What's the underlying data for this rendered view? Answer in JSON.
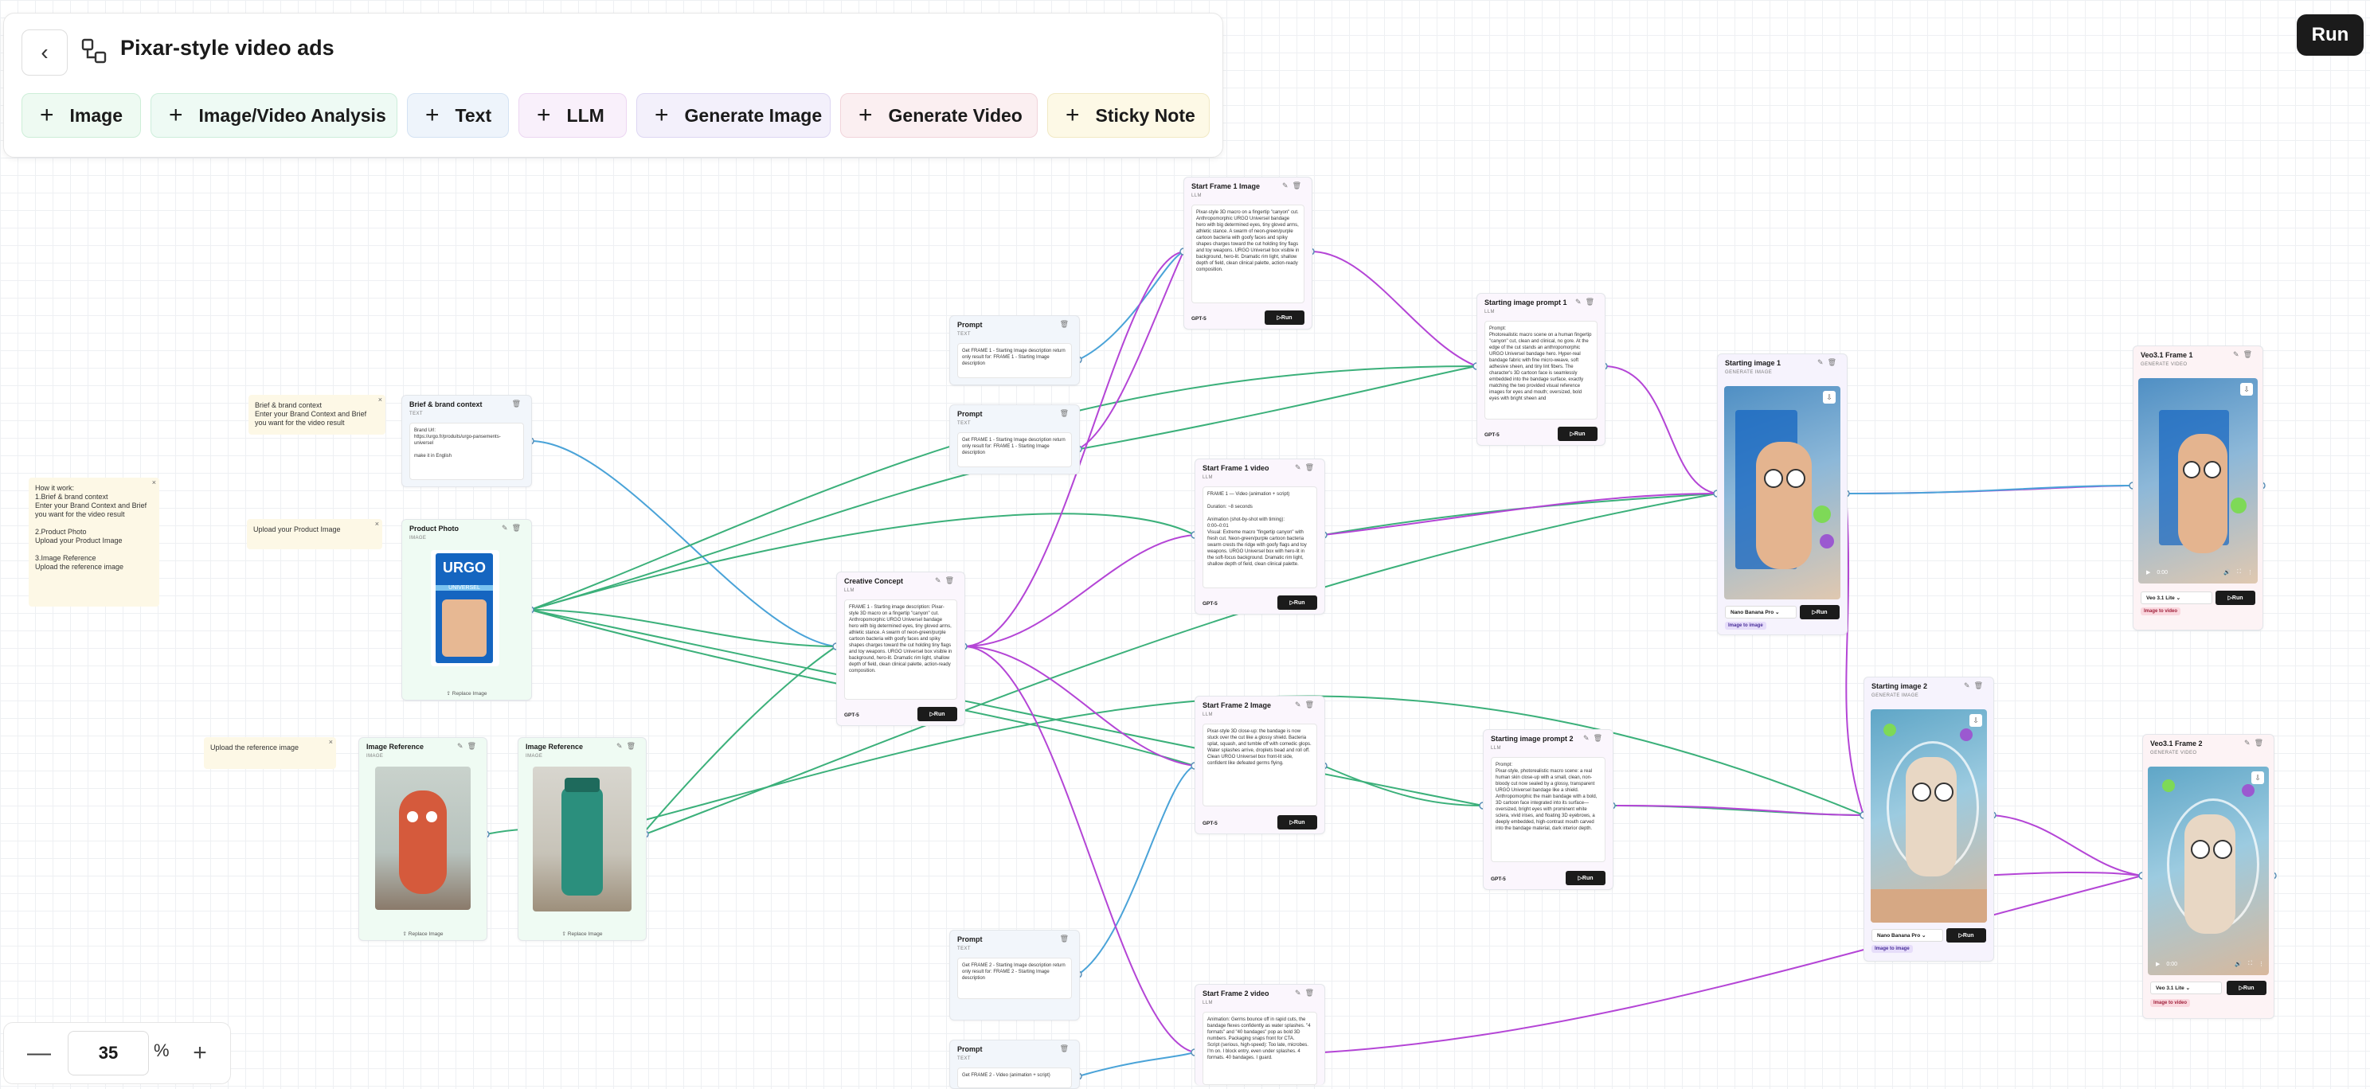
{
  "header": {
    "back_icon": "chevron-left-icon",
    "workflow_icon": "workflow-icon",
    "title": "Pixar-style video ads"
  },
  "toolbar": {
    "chips": [
      {
        "label": "Image",
        "color": "#eefaf2"
      },
      {
        "label": "Image/Video Analysis",
        "color": "#eefaf4"
      },
      {
        "label": "Text",
        "color": "#eef4fb"
      },
      {
        "label": "LLM",
        "color": "#f9f0fb"
      },
      {
        "label": "Generate Image",
        "color": "#f3f0fb"
      },
      {
        "label": "Generate Video",
        "color": "#fbeff1"
      },
      {
        "label": "Sticky Note",
        "color": "#fdf9e6"
      }
    ]
  },
  "run_label": "Run",
  "zoom": {
    "value": "35",
    "unit": "%",
    "minus": "—",
    "plus": "+"
  },
  "notes": {
    "how": "How it work:\n1.Brief & brand context\nEnter your Brand Context and Brief you want for the video result\n\n2.Product Photo\nUpload your Product Image\n\n3.Image Reference\nUpload the reference image",
    "brief": "Brief & brand context\nEnter your Brand Context and Brief you want for the video result",
    "product": "Upload your Product Image",
    "reference": "Upload the reference image"
  },
  "nodes": {
    "brief": {
      "title": "Brief & brand context",
      "type": "TEXT",
      "body": "Brand Url:\nhttps://urgo.fr/produits/urgo-pansements-universel\n\nmake it in English"
    },
    "product": {
      "title": "Product Photo",
      "type": "IMAGE",
      "replace": "Replace Image"
    },
    "ref1": {
      "title": "Image Reference",
      "type": "IMAGE",
      "replace": "Replace Image"
    },
    "ref2": {
      "title": "Image Reference",
      "type": "IMAGE",
      "replace": "Replace Image"
    },
    "concept": {
      "title": "Creative Concept",
      "type": "LLM",
      "model": "GPT-5",
      "body": "FRAME 1 - Starting image description: Pixar-style 3D macro on a fingertip \"canyon\" cut. Anthropomorphic URGO Universel bandage hero with big determined eyes, tiny gloved arms, athletic stance. A swarm of neon-green/purple cartoon bacteria with goofy faces and spiky shapes charges toward the cut holding tiny flags and toy weapons. URGO Universel box visible in background, hero-lit. Dramatic rim light, shallow depth of field, clean clinical palette, action-ready composition."
    },
    "prompt1": {
      "title": "Prompt",
      "type": "TEXT",
      "body": "Get FRAME 1 - Starting Image description return only result for: FRAME 1 - Starting Image description"
    },
    "prompt2": {
      "title": "Prompt",
      "type": "TEXT",
      "body": "Get FRAME 1 - Starting Image description return only result for: FRAME 1 - Starting Image description"
    },
    "prompt3": {
      "title": "Prompt",
      "type": "TEXT",
      "body": "Get FRAME 2 - Starting Image description return only result for: FRAME 2 - Starting Image description"
    },
    "prompt4": {
      "title": "Prompt",
      "type": "TEXT",
      "body": "Get FRAME 2 - Video (animation + script)"
    },
    "sf1img": {
      "title": "Start Frame 1 Image",
      "type": "LLM",
      "model": "GPT-5",
      "body": "Pixar-style 3D macro on a fingertip \"canyon\" cut. Anthropomorphic URGO Universel bandage hero with big determined eyes, tiny gloved arms, athletic stance. A swarm of neon-green/purple cartoon bacteria with goofy faces and spiky shapes charges toward the cut holding tiny flags and toy weapons. URGO Universel box visible in background, hero-lit. Dramatic rim light, shallow depth of field, clean clinical palette, action-ready composition."
    },
    "sf1vid": {
      "title": "Start Frame 1 video",
      "type": "LLM",
      "model": "GPT-5",
      "body": "FRAME 1 — Video (animation + script)\n\nDuration: ~8 seconds\n\nAnimation (shot-by-shot with timing):\n0:00–0:01\nVisual: Extreme macro \"fingertip canyon\" with fresh cut. Neon-green/purple cartoon bacteria swarm crests the ridge with goofy flags and toy weapons. URGO Universel box with hero-lit in the soft-focus background. Dramatic rim light, shallow depth of field, clean clinical palette."
    },
    "sf2img": {
      "title": "Start Frame 2 Image",
      "type": "LLM",
      "model": "GPT-5",
      "body": "Pixar-style 3D close-up: the bandage is now stuck over the cut like a glossy shield. Bacteria splat, squash, and tumble off with comedic glops. Water splashes arrive, droplets bead and roll off. Clean URGO Universel box front-lit side, confident like defeated germs flying."
    },
    "sf2vid": {
      "title": "Start Frame 2 video",
      "type": "LLM",
      "model": "GPT-5",
      "body": "Animation: Germs bounce off in rapid cuts, the bandage flexes confidently as water splashes. \"4 formats\" and \"40 bandages\" pop as bold 3D numbers. Packaging snaps front for CTA.\nScript (serious, high-speed): Too late, microbes. I'm on. I block entry, even under splashes. 4 formats. 40 bandages. I guard."
    },
    "sip1": {
      "title": "Starting image prompt 1",
      "type": "LLM",
      "model": "GPT-5",
      "body": "Prompt:\nPhotorealistic macro scene on a human fingertip \"canyon\" cut, clean and clinical, no gore. At the edge of the cut stands an anthropomorphic URGO Universel bandage hero. Hyper-real bandage fabric with fine micro-weave, soft adhesive sheen, and tiny lint fibers. The character's 3D cartoon face is seamlessly embedded into the bandage surface, exactly matching the two provided visual reference images for eyes and mouth; oversized, bold eyes with bright sheen and"
    },
    "sip2": {
      "title": "Starting image prompt 2",
      "type": "LLM",
      "model": "GPT-5",
      "body": "Prompt:\nPixar-style, photorealistic macro scene: a real human skin close-up with a small, clean, non-bloody cut now sealed by a glossy, transparent URGO Universel bandage like a shield. Anthropomorphic the main bandage with a bold, 3D cartoon face integrated into its surface—oversized, bright eyes with prominent white sclera, vivid irises, and floating 3D eyebrows, a deeply embedded, high-contrast mouth carved into the bandage material, dark interior depth."
    },
    "si1": {
      "title": "Starting image 1",
      "type": "GENERATE IMAGE",
      "model": "Nano Banana Pro",
      "tag": "Image to image"
    },
    "si2": {
      "title": "Starting image 2",
      "type": "GENERATE IMAGE",
      "model": "Nano Banana Pro",
      "tag": "Image to image"
    },
    "veo1": {
      "title": "Veo3.1 Frame 1",
      "type": "GENERATE VIDEO",
      "model": "Veo 3.1 Lite",
      "tag": "Image to video",
      "time": "0:00"
    },
    "veo2": {
      "title": "Veo3.1 Frame 2",
      "type": "GENERATE VIDEO",
      "model": "Veo 3.1 Lite",
      "tag": "Image to video",
      "time": "0:00"
    }
  },
  "product_box": {
    "brand": "URGO",
    "line": "UNIVERSEL",
    "brand_color": "#1565c0"
  },
  "colors": {
    "wire_blue": "#4aa3d8",
    "wire_green": "#3bb07a",
    "wire_purple": "#b445d6",
    "run": "#1b1b1b"
  }
}
